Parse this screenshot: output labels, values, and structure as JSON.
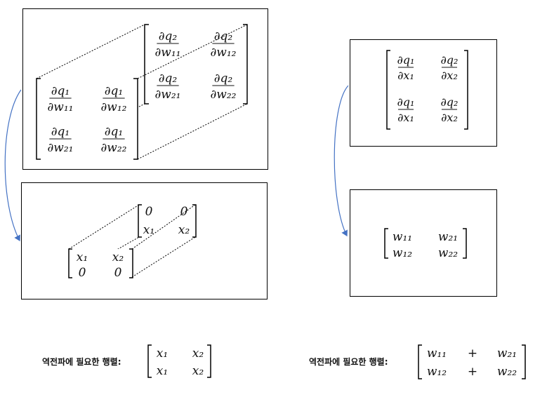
{
  "top_left": {
    "back_matrix": [
      [
        "∂q₂/∂w₁₁",
        "∂q₂/∂w₁₂"
      ],
      [
        "∂q₂/∂w₂₁",
        "∂q₂/∂w₂₂"
      ]
    ],
    "front_matrix": [
      [
        "∂q₁/∂w₁₁",
        "∂q₁/∂w₁₂"
      ],
      [
        "∂q₁/∂w₂₁",
        "∂q₁/∂w₂₂"
      ]
    ]
  },
  "bottom_left": {
    "back_matrix": [
      [
        "0",
        "0"
      ],
      [
        "x₁",
        "x₂"
      ]
    ],
    "front_matrix": [
      [
        "x₁",
        "x₂"
      ],
      [
        "0",
        "0"
      ]
    ]
  },
  "top_right": {
    "matrix": [
      [
        "∂q₁/∂x₁",
        "∂q₂/∂x₂"
      ],
      [
        "∂q₁/∂x₁",
        "∂q₂/∂x₂"
      ]
    ]
  },
  "bottom_right": {
    "matrix": [
      [
        "w₁₁",
        "w₂₁"
      ],
      [
        "w₁₂",
        "w₂₂"
      ]
    ]
  },
  "captions": {
    "left_label": "역전파에 필요한 행렬:",
    "left_matrix": [
      [
        "x₁",
        "x₂"
      ],
      [
        "x₁",
        "x₂"
      ]
    ],
    "right_label": "역전파에 필요한 행렬:",
    "right_matrix": [
      [
        "w₁₁",
        "+",
        "w₂₁"
      ],
      [
        "w₁₂",
        "+",
        "w₂₂"
      ]
    ]
  },
  "colors": {
    "arrow": "#4472C4",
    "border": "#000000"
  }
}
